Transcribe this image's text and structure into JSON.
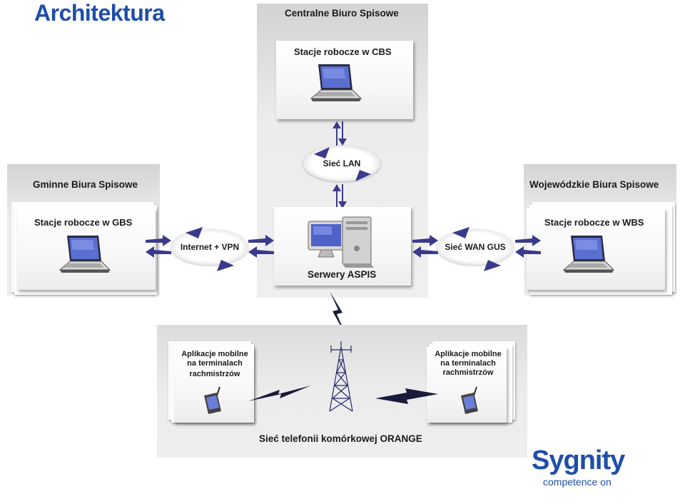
{
  "title": "Architektura",
  "central": {
    "heading": "Centralne Biuro Spisowe",
    "workstations": "Stacje robocze w CBS",
    "lan": "Sieć LAN",
    "servers": "Serwery ASPIS"
  },
  "left": {
    "heading": "Gminne Biura Spisowe",
    "workstations": "Stacje robocze w GBS",
    "link": "Internet + VPN"
  },
  "right": {
    "heading": "Wojewódzkie Biura Spisowe",
    "workstations": "Stacje robocze w WBS",
    "link": "Sieć WAN GUS"
  },
  "mobile": {
    "left_label": [
      "Aplikacje  mobilne",
      "na terminalach",
      "rachmistrzów"
    ],
    "right_label": [
      "Aplikacje  mobilne",
      "na terminalach",
      "rachmistrzów"
    ],
    "network": "Sieć telefonii komórkowej ORANGE"
  },
  "logo": {
    "brand": "Sygnity",
    "tagline": "competence on",
    "color": "#1e4ea8"
  },
  "colors": {
    "accent": "#3a3a8c",
    "title": "#1e4ea8"
  }
}
